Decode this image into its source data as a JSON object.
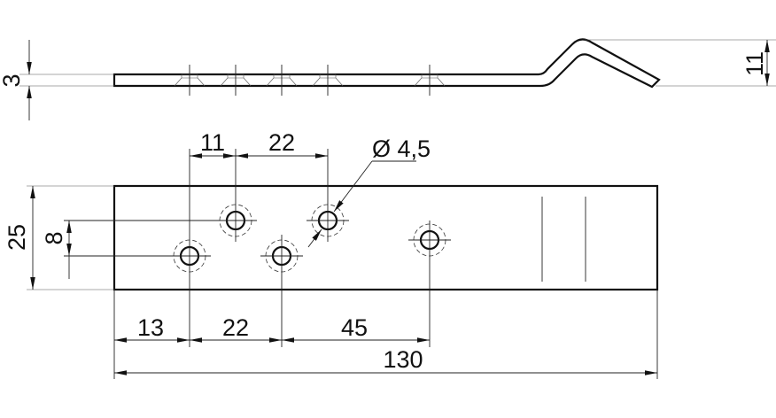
{
  "side_view": {
    "thickness_label": "3",
    "bend_height_label": "11"
  },
  "top_view": {
    "width_label": "25",
    "hole_offset_label": "8",
    "top_spacing_1_label": "11",
    "top_spacing_2_label": "22",
    "hole_diameter_label": "Ø 4,5",
    "bottom_spacing_1_label": "13",
    "bottom_spacing_2_label": "22",
    "bottom_spacing_3_label": "45",
    "overall_length_label": "130"
  }
}
